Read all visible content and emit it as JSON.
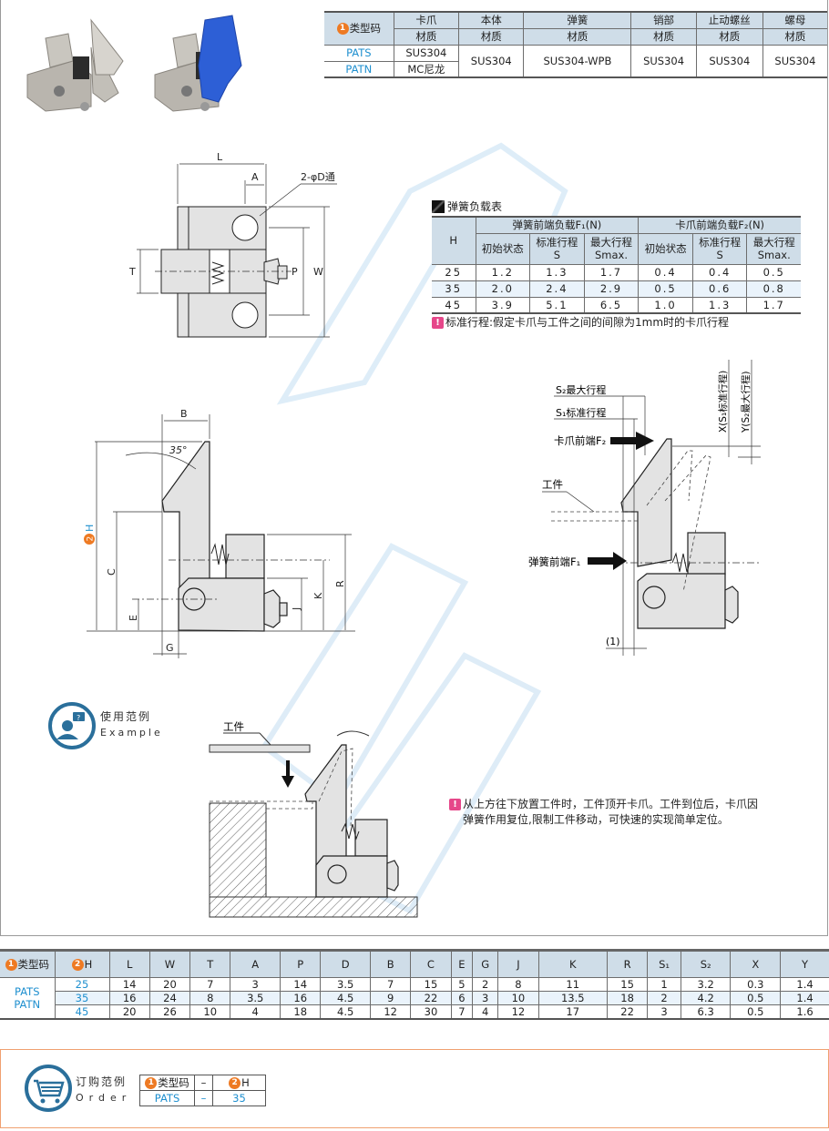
{
  "material_table": {
    "type_code_label": "类型码",
    "type_code_marker": "1",
    "columns": [
      {
        "part": "卡爪",
        "sub": "材质"
      },
      {
        "part": "本体",
        "sub": "材质"
      },
      {
        "part": "弹簧",
        "sub": "材质"
      },
      {
        "part": "销部",
        "sub": "材质"
      },
      {
        "part": "止动螺丝",
        "sub": "材质"
      },
      {
        "part": "螺母",
        "sub": "材质"
      }
    ],
    "rows": [
      {
        "code": "PATS",
        "claw": "SUS304"
      },
      {
        "code": "PATN",
        "claw": "MC尼龙"
      }
    ],
    "shared": {
      "body": "SUS304",
      "spring": "SUS304-WPB",
      "pin": "SUS304",
      "set_screw": "SUS304",
      "nut": "SUS304"
    }
  },
  "top_view_labels": {
    "L": "L",
    "A": "A",
    "hole": "2-φD通",
    "T": "T",
    "P": "P",
    "W": "W"
  },
  "side_view_labels": {
    "B": "B",
    "angle": "35°",
    "H": "H",
    "H_marker": "2",
    "C": "C",
    "E": "E",
    "G": "G",
    "J": "J",
    "K": "K",
    "R": "R"
  },
  "stroke_diagram": {
    "s2": "S₂最大行程",
    "s1": "S₁标准行程",
    "claw_force": "卡爪前端F₂",
    "workpiece": "工件",
    "spring_force": "弹簧前端F₁",
    "gap": "(1)",
    "x_label": "X(S₁标准行程)",
    "y_label": "Y(S₂最大行程)"
  },
  "spring_load": {
    "title": "弹簧负载表",
    "h_header": "H",
    "group1": "弹簧前端负载F₁(N)",
    "group2": "卡爪前端负载F₂(N)",
    "sub_headers": [
      {
        "l1": "初始状态",
        "l2": ""
      },
      {
        "l1": "标准行程",
        "l2": "S"
      },
      {
        "l1": "最大行程",
        "l2": "Smax."
      },
      {
        "l1": "初始状态",
        "l2": ""
      },
      {
        "l1": "标准行程",
        "l2": "S"
      },
      {
        "l1": "最大行程",
        "l2": "Smax."
      }
    ],
    "rows": [
      {
        "h": "25",
        "v": [
          "1.2",
          "1.3",
          "1.7",
          "0.4",
          "0.4",
          "0.5"
        ]
      },
      {
        "h": "35",
        "v": [
          "2.0",
          "2.4",
          "2.9",
          "0.5",
          "0.6",
          "0.8"
        ]
      },
      {
        "h": "45",
        "v": [
          "3.9",
          "5.1",
          "6.5",
          "1.0",
          "1.3",
          "1.7"
        ]
      }
    ],
    "note": "标准行程:假定卡爪与工件之间的间隙为1mm时的卡爪行程"
  },
  "example": {
    "title": "使用范例",
    "subtitle": "Example",
    "workpiece": "工件",
    "note": "从上方往下放置工件时，工件顶开卡爪。工件到位后，卡爪因弹簧作用复位,限制工件移动，可快速的实现简单定位。"
  },
  "dimension_table": {
    "type_code_label": "类型码",
    "h_label": "H",
    "headers": [
      "L",
      "W",
      "T",
      "A",
      "P",
      "D",
      "B",
      "C",
      "E",
      "G",
      "J",
      "K",
      "R",
      "S₁",
      "S₂",
      "X",
      "Y"
    ],
    "codes": [
      "PATS",
      "PATN"
    ],
    "rows": [
      {
        "h": "25",
        "v": [
          "14",
          "20",
          "7",
          "3",
          "14",
          "3.5",
          "7",
          "15",
          "5",
          "2",
          "8",
          "11",
          "15",
          "1",
          "3.2",
          "0.3",
          "1.4"
        ]
      },
      {
        "h": "35",
        "v": [
          "16",
          "24",
          "8",
          "3.5",
          "16",
          "4.5",
          "9",
          "22",
          "6",
          "3",
          "10",
          "13.5",
          "18",
          "2",
          "4.2",
          "0.5",
          "1.4"
        ]
      },
      {
        "h": "45",
        "v": [
          "20",
          "26",
          "10",
          "4",
          "18",
          "4.5",
          "12",
          "30",
          "7",
          "4",
          "12",
          "17",
          "22",
          "3",
          "6.3",
          "0.5",
          "1.6"
        ]
      }
    ]
  },
  "order": {
    "title": "订购范例",
    "subtitle": "Order",
    "type_code_label": "类型码",
    "dash": "–",
    "h_label": "H",
    "code_value": "PATS",
    "h_value": "35"
  },
  "colors": {
    "header_bg": "#cfdde8",
    "accent_blue": "#1e8fcf",
    "marker_orange": "#ee7a23",
    "note_pink": "#e6478a",
    "icon_blue": "#2a6f9b"
  }
}
